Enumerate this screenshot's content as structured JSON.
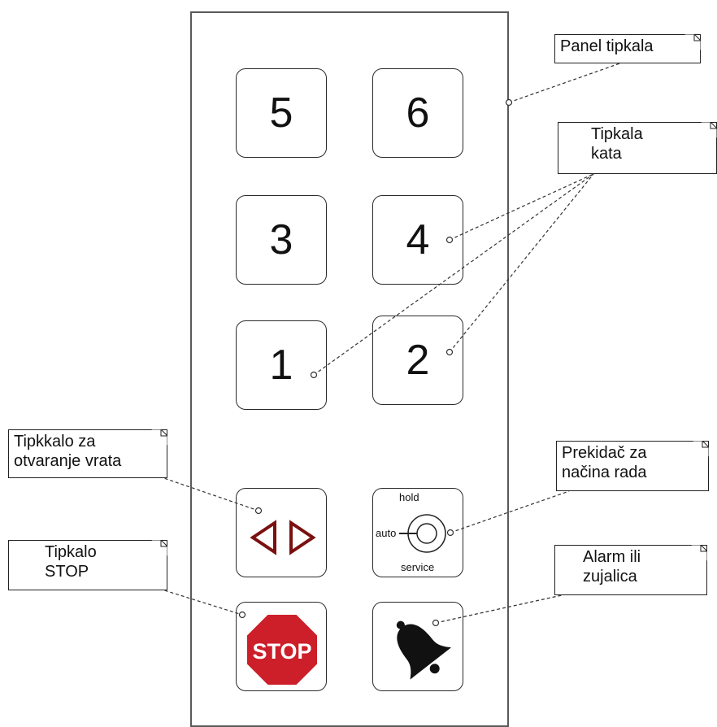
{
  "keys": {
    "k5": "5",
    "k6": "6",
    "k3": "3",
    "k4": "4",
    "k1": "1",
    "k2": "2"
  },
  "mode_switch": {
    "hold": "hold",
    "auto": "auto",
    "service": "service"
  },
  "stop_sign": {
    "text": "STOP",
    "color": "#cc1f2a"
  },
  "door_arrows_color": "#7a1010",
  "notes": {
    "panel": "Panel tipkala",
    "floor_buttons": "Tipkala\nkata",
    "door_button": "Tipkkalo za\notvaranje vrata",
    "mode_switch": "Prekidač za\nnačina rada",
    "stop": "Tipkalo\nSTOP",
    "alarm": "Alarm ili\nzujalica"
  },
  "icons": {
    "door": "door-open-arrows-icon",
    "bell": "bell-icon",
    "stop": "stop-sign-icon",
    "key_switch": "key-switch-icon"
  }
}
